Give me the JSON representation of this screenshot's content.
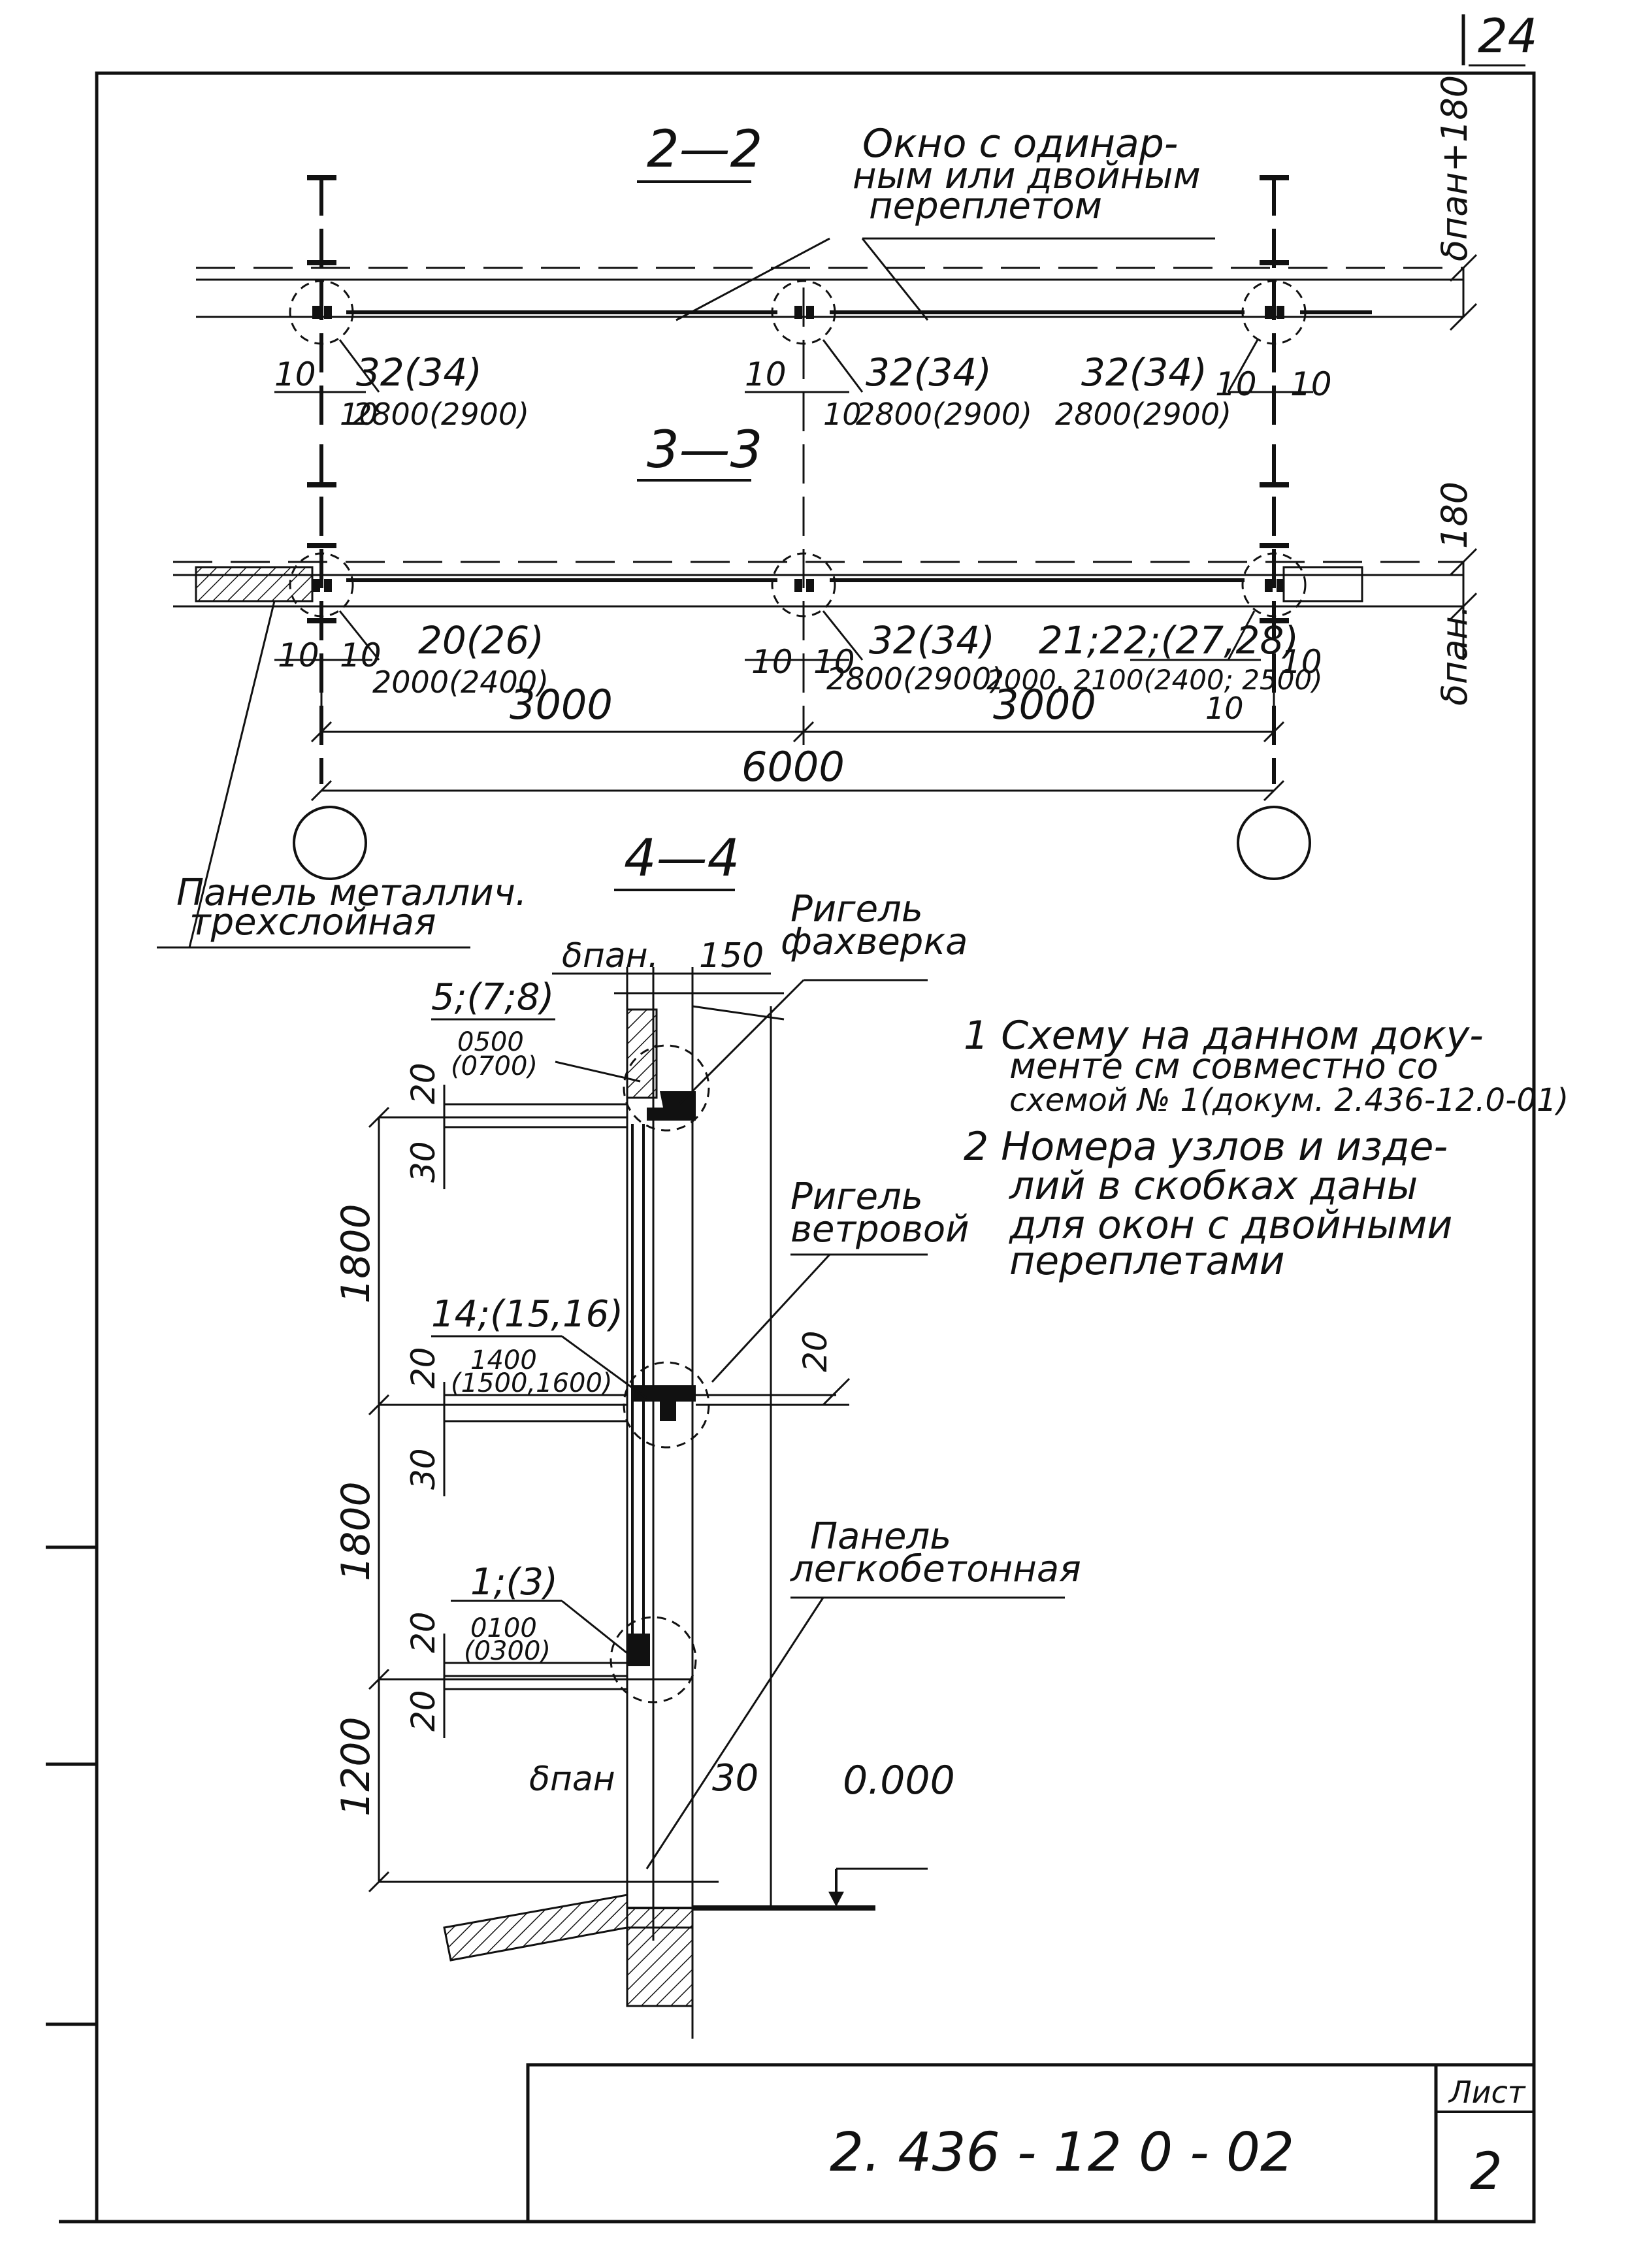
{
  "sheet": {
    "page_number": "24",
    "document_code": "2. 436 - 12 0 - 02",
    "list_label": "Лист",
    "list_number": "2"
  },
  "section_2_2": {
    "title": "2—2",
    "window_note": [
      "Окно с одинар-",
      "ным или двойным",
      "переплетом"
    ],
    "right_dim": "δпан+180",
    "nodes": [
      {
        "id": "32(34)",
        "width": "2800(2900)"
      },
      {
        "id": "32(34)",
        "width": "2800(2900)"
      },
      {
        "id": "32(34)",
        "width": "2800(2900)"
      }
    ],
    "gap": "10"
  },
  "section_3_3": {
    "title": "3—3",
    "right_dims": [
      "180",
      "δпан."
    ],
    "nodes": [
      {
        "id": "20(26)",
        "width": "2000(2400)"
      },
      {
        "id": "32(34)",
        "width": "2800(2900)"
      },
      {
        "id": "21;22;(27,28)",
        "width": "2000, 2100(2400; 2500)"
      }
    ],
    "gap": "10",
    "spans": [
      "3000",
      "3000"
    ],
    "total": "6000",
    "panel_note": [
      "Панель металлич.",
      "трехслойная"
    ]
  },
  "section_4_4": {
    "title": "4—4",
    "top_dims": [
      "δпан.",
      "150"
    ],
    "rigel_fachwerk": [
      "Ригель",
      "фахверка"
    ],
    "rigel_wind": [
      "Ригель",
      "ветровой"
    ],
    "panel_lightconcrete": [
      "Панель",
      "легкобетонная"
    ],
    "node_top": {
      "id": "5;(7;8)",
      "sub": [
        "0500",
        "(0700)"
      ]
    },
    "node_mid": {
      "id": "14;(15,16)",
      "sub": [
        "1400",
        "(1500,1600)"
      ]
    },
    "node_bot": {
      "id": "1;(3)",
      "sub": [
        "0100",
        "(0300)"
      ]
    },
    "heights": [
      "1800",
      "1800",
      "1200"
    ],
    "small_dims": [
      "20",
      "30",
      "20",
      "30",
      "20",
      "20"
    ],
    "right_20": "20",
    "bottom_dims": [
      "δпан",
      "30"
    ],
    "level": "0.000"
  },
  "notes": [
    [
      "1  Схему на данном доку-",
      "менте см совместно со",
      "схемой № 1(докум. 2.436-12.0-01)"
    ],
    [
      "2  Номера узлов и изде-",
      "лий в скобках даны",
      "для окон с двойными",
      "переплетами"
    ]
  ]
}
